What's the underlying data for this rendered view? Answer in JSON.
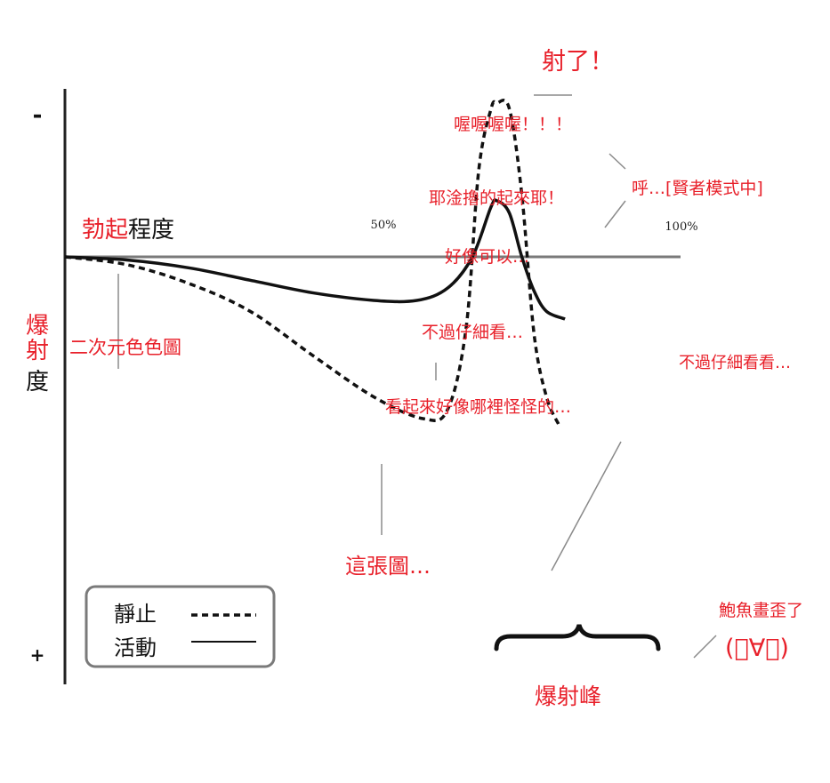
{
  "chart_data": {
    "type": "line",
    "x_axis": {
      "title_part1": "勃起",
      "title_part2": "程度",
      "ticks": [
        {
          "value": 50,
          "label": "50%"
        },
        {
          "value": 100,
          "label": "100%"
        }
      ],
      "range": [
        0,
        100
      ]
    },
    "y_axis": {
      "title_line1": "爆",
      "title_line2": "射",
      "title_line3": "度",
      "top_label": "-",
      "bottom_label": "+",
      "orientation": "minus at top, plus at bottom"
    },
    "legend": {
      "placement": "bottom-left",
      "entries": [
        {
          "label": "靜止",
          "style": "dashed"
        },
        {
          "label": "活動",
          "style": "solid"
        }
      ]
    },
    "series": [
      {
        "name": "靜止",
        "style": "dashed",
        "points": [
          [
            0,
            0
          ],
          [
            10,
            -5
          ],
          [
            20,
            -17
          ],
          [
            30,
            -35
          ],
          [
            40,
            -63
          ],
          [
            50,
            -90
          ],
          [
            58,
            -104
          ],
          [
            62,
            -98
          ],
          [
            65,
            -45
          ],
          [
            67,
            55
          ],
          [
            69,
            95
          ],
          [
            70,
            99
          ],
          [
            72,
            95
          ],
          [
            74,
            40
          ],
          [
            76,
            -50
          ],
          [
            78,
            -90
          ],
          [
            80,
            -108
          ]
        ]
      },
      {
        "name": "活動",
        "style": "solid",
        "points": [
          [
            0,
            0
          ],
          [
            10,
            -2
          ],
          [
            20,
            -7
          ],
          [
            30,
            -15
          ],
          [
            40,
            -23
          ],
          [
            50,
            -28
          ],
          [
            57,
            -28
          ],
          [
            62,
            -20
          ],
          [
            66,
            0
          ],
          [
            69,
            32
          ],
          [
            70,
            36
          ],
          [
            72,
            28
          ],
          [
            74,
            0
          ],
          [
            76,
            -22
          ],
          [
            78,
            -35
          ],
          [
            81,
            -40
          ]
        ]
      }
    ],
    "annotations": {
      "erotic_pic": "二次元色色圖",
      "maybe_ok": "好像可以…",
      "look_closer": "不過仔細看…",
      "weird": "看起來好像哪裡怪怪的…",
      "this_pic": "這張圖…",
      "its_a_trap": "耶淦擼的起來耶！",
      "oh_oh": "喔喔喔喔！！！",
      "shot": "射了！",
      "sage_mode": "呼…[賢者模式中]",
      "look_closer_closer": "不過仔細看看…",
      "peak": "爆射峰",
      "abalone": "鮑魚畫歪了",
      "kaomoji": "(ﾟ∀。)"
    },
    "colors": {
      "annotation": "#e8202a",
      "axis": "#222222",
      "baseline": "#7a7a7a",
      "leader": "#8a8a8a",
      "legend_border": "#7a7a7a"
    }
  }
}
